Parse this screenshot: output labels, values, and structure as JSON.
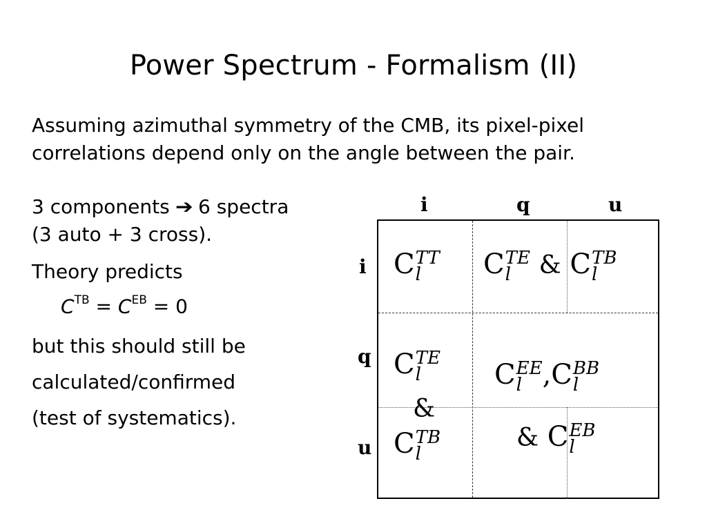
{
  "title": "Power Spectrum - Formalism (II)",
  "intro": {
    "line1": "Assuming azimuthal symmetry of the CMB, its pixel-pixel",
    "line2": "correlations depend only on the angle between the pair."
  },
  "left": {
    "components_prefix": "3 components",
    "arrow_icon": "arrow-right-icon",
    "components_suffix": "6 spectra",
    "components_line2": "(3 auto + 3 cross).",
    "theory": "Theory predicts",
    "formula": {
      "c1": "C",
      "sup1": "TB",
      "eq1": "=",
      "c2": "C",
      "sup2": "EB",
      "eq2": "= 0"
    },
    "but": "but this should still be",
    "calc": "calculated/confirmed",
    "test": "(test of systematics)."
  },
  "matrix": {
    "col_labels": [
      "i",
      "q",
      "u"
    ],
    "row_labels": [
      "i",
      "q",
      "u"
    ],
    "symbol": "C",
    "sub": "l",
    "amp": "&",
    "comma": ",",
    "cells": {
      "ii": "TT",
      "iqu_a": "TE",
      "iqu_b": "TB",
      "qi": "TE",
      "ui": "TB",
      "qq_a": "EE",
      "qq_b": "BB",
      "uu": "EB"
    }
  }
}
